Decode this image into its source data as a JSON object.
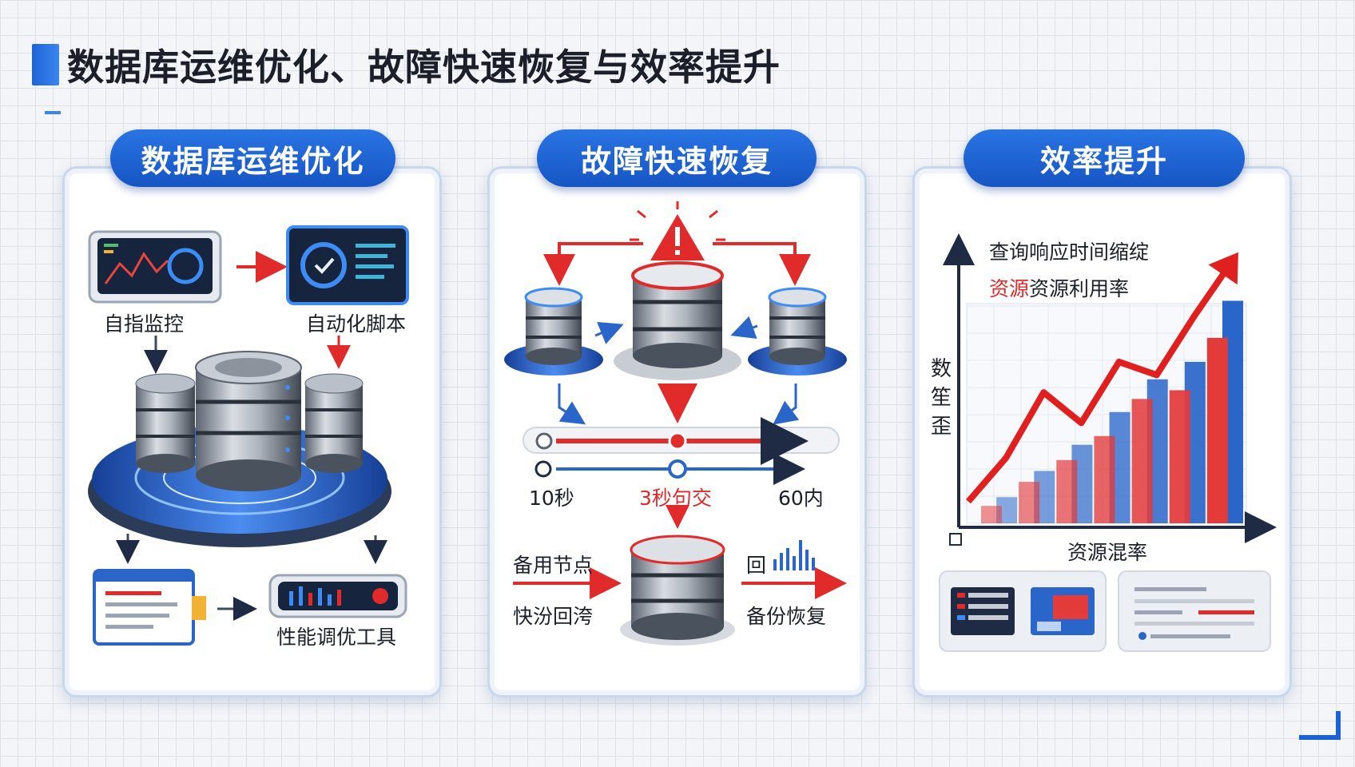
{
  "main_title": "数据库运维优化、故障快速恢复与效率提升",
  "panels": [
    {
      "title": "数据库运维优化",
      "labels": {
        "monitor": "自指监控",
        "script": "自动化脚本",
        "tuning": "性能调优工具"
      }
    },
    {
      "title": "故障快速恢复",
      "timeline": {
        "t1": "10秒",
        "t2": "3秒句交",
        "t3": "60内"
      },
      "labels": {
        "standby": "备用节点",
        "fast": "快汾回洿",
        "hui": "回",
        "backup": "备份恢复"
      }
    },
    {
      "title": "效率提升",
      "legend": {
        "line1": "查询响应时间缩绽",
        "line2_red": "资源",
        "line2_rest": "资源利用率"
      },
      "ylabel": "数笙歪",
      "xlabel": "资源混率"
    }
  ],
  "chart_data": {
    "type": "bar",
    "title": "",
    "xlabel": "资源混率",
    "ylabel": "数笙歪",
    "series": [
      {
        "name": "",
        "color": "#2a66c9",
        "values": [
          1.2,
          2.4,
          3.6,
          5.1,
          6.6,
          7.4,
          10.2
        ]
      },
      {
        "name": "",
        "color": "#e33a3a",
        "values": [
          0.8,
          1.9,
          2.9,
          4.0,
          5.7,
          6.1,
          8.5
        ]
      }
    ],
    "trend": {
      "color": "#e01f1f",
      "values": [
        1,
        3,
        6,
        4.6,
        7.4,
        6.8,
        9.5,
        12
      ]
    },
    "colors": {
      "blue": "#1e63d6",
      "red": "#e12a2a"
    }
  }
}
